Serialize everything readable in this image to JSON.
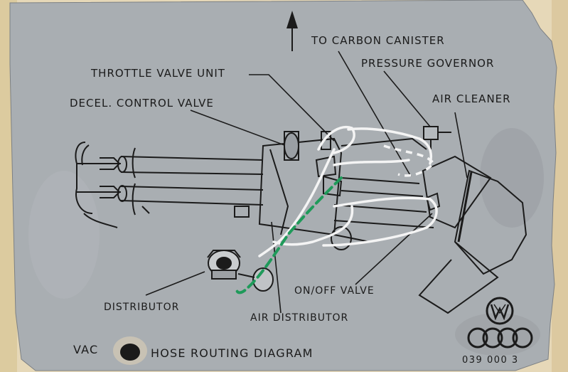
{
  "diagram": {
    "labels": {
      "to_carbon_canister": "TO CARBON CANISTER",
      "pressure_governor": "PRESSURE GOVERNOR",
      "throttle_valve_unit": "THROTTLE VALVE UNIT",
      "decel_control_valve": "DECEL. CONTROL VALVE",
      "air_cleaner": "AIR CLEANER",
      "distributor": "DISTRIBUTOR",
      "air_distributor": "AIR DISTRIBUTOR",
      "on_off_valve": "ON/OFF VALVE"
    },
    "title_left": "VAC",
    "title_right": "HOSE ROUTING DIAGRAM",
    "part_number": "039 000 3",
    "hose_colors": {
      "white": "#f4f4f4",
      "green": "#1f9a5a"
    },
    "plate_color": "#a9aeb2",
    "icons": [
      "vw-logo-icon",
      "audi-rings-icon",
      "forward-arrow-icon",
      "rivet-icon"
    ]
  }
}
